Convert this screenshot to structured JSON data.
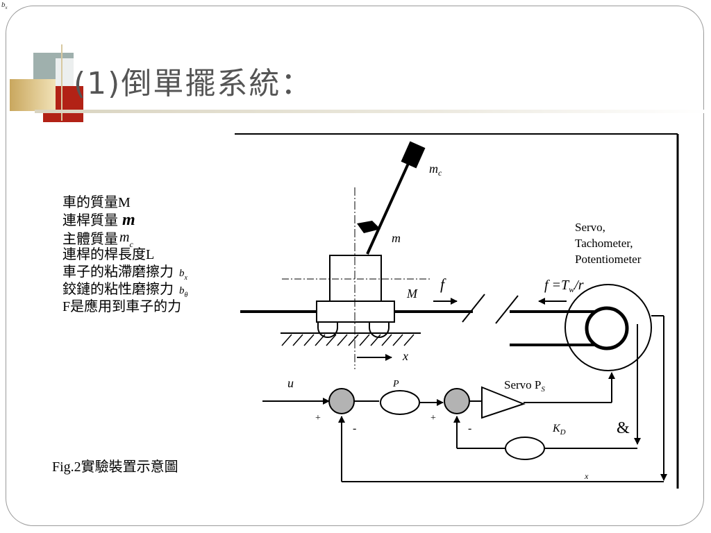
{
  "corner_mark": {
    "base": "b",
    "sub": "x"
  },
  "title": "(1)倒單擺系統：",
  "parameters": [
    {
      "label": "車的質量M",
      "symbol": "",
      "sub": ""
    },
    {
      "label": "連桿質量",
      "symbol": "m",
      "sub": ""
    },
    {
      "label": "主體質量",
      "symbol": "m",
      "sub": "c"
    },
    {
      "label": "連桿的桿長度L",
      "symbol": "",
      "sub": ""
    },
    {
      "label": "車子的粘滯磨擦力",
      "symbol": "b",
      "sub": "x"
    },
    {
      "label": "鉸鏈的粘性磨擦力",
      "symbol": "b",
      "sub": "θ"
    },
    {
      "label": "F是應用到車子的力",
      "symbol": "",
      "sub": ""
    }
  ],
  "caption": "Fig.2實驗裝置示意圖",
  "diagram": {
    "mc_label": "m",
    "mc_sub": "c",
    "m_label": "m",
    "M_label": "M",
    "f_label": "f",
    "force_eq": "f =T",
    "force_eq_sub": "w",
    "force_eq_tail": "/r",
    "servo_text": [
      "Servo,",
      "Tachometer,",
      "Potentiometer"
    ],
    "x_label": "x",
    "u_label": "u",
    "P_label": "P",
    "servo_ps": "Servo P",
    "servo_ps_sub": "S",
    "kd_label": "K",
    "kd_sub": "D",
    "plus1": "+",
    "minus1": "-",
    "plus2": "+",
    "minus2": "-",
    "xdot_label": "&",
    "x_bottom": "x"
  }
}
